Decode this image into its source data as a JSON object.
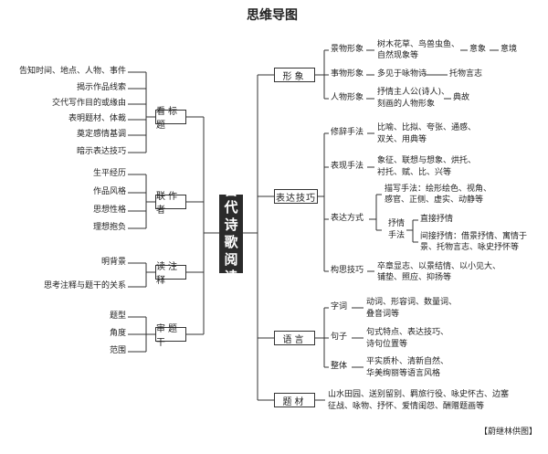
{
  "title": "思维导图",
  "center": [
    "古",
    "代",
    "诗",
    "歌",
    "阅",
    "读"
  ],
  "left": {
    "look_title": {
      "label": "看标题",
      "items": [
        "告知时间、地点、人物、事件",
        "揭示作品线索",
        "交代写作目的或缘由",
        "表明题材、体裁",
        "奠定感情基调",
        "暗示表达技巧"
      ]
    },
    "know_author": {
      "label": "联作者",
      "items": [
        "生平经历",
        "作品风格",
        "思想性格",
        "理想抱负"
      ]
    },
    "read_notes": {
      "label": "读注释",
      "items": [
        "明背景",
        "思考注释与题干的关系"
      ]
    },
    "check_question": {
      "label": "审题干",
      "items": [
        "题型",
        "角度",
        "范围"
      ]
    }
  },
  "right": {
    "image": {
      "label": "形象",
      "scene_label": "景物形象",
      "scene_text": [
        "树木花草、鸟兽虫鱼、",
        "自然现象等"
      ],
      "scene_yixiang": "意象",
      "scene_yijing": "意境",
      "thing_label": "事物形象",
      "thing_text": "多见于咏物诗",
      "thing_result": "托物言志",
      "person_label": "人物形象",
      "person_text": [
        "抒情主人公(诗人)、",
        "刻画的人物形象"
      ],
      "person_result": "典故"
    },
    "technique": {
      "label": "表达技巧",
      "rhetoric_label": "修辞手法",
      "rhetoric_text": [
        "比喻、比拟、夸张、通感、",
        "双关、用典等"
      ],
      "expression_label": "表现手法",
      "expression_text": [
        "象征、联想与想象、烘托、",
        "衬托、赋、比、兴等"
      ],
      "expression_method_label": "表达方式",
      "describe_text": [
        "描写手法：绘形绘色、视角、",
        "感官、正侧、虚实、动静等"
      ],
      "lyric_label": [
        "抒情",
        "手法"
      ],
      "direct": "直接抒情",
      "indirect": [
        "间接抒情：借景抒情、寓情于",
        "景、托物言志、咏史抒怀等"
      ],
      "structure_label": "构思技巧",
      "structure_text": [
        "卒章显志、以景结情、以小见大、",
        "铺垫、照应、抑扬等"
      ]
    },
    "language": {
      "label": "语言",
      "word_label": "字词",
      "word_text": [
        "动词、形容词、数量词、",
        "叠音词等"
      ],
      "sentence_label": "句子",
      "sentence_text": [
        "句式特点、表达技巧、",
        "诗句位置等"
      ],
      "whole_label": "整体",
      "whole_text": [
        "平实质朴、清新自然、",
        "华美绚丽等语言风格"
      ]
    },
    "theme": {
      "label": "题材",
      "text": [
        "山水田园、送别留别、羁旅行役、咏史怀古、边塞",
        "征战、咏物、抒怀、爱情闺怨、酬赠题画等"
      ]
    }
  },
  "credit": "【蔚继林供图】"
}
